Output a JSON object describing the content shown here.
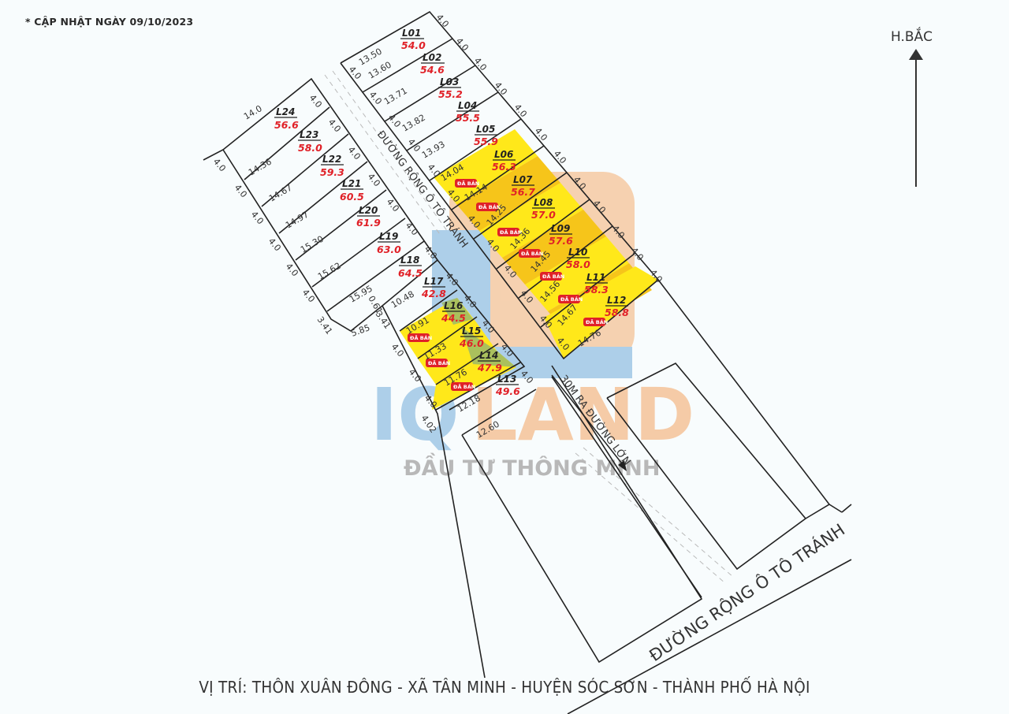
{
  "header": {
    "update_note": "* CẬP NHẬT NGÀY 09/10/2023"
  },
  "compass": {
    "label": "H.BẮC"
  },
  "footer": {
    "location": "VỊ TRÍ: THÔN XUÂN ĐÔNG - XÃ TÂN MINH - HUYỆN SÓC SƠN - THÀNH PHỐ HÀ NỘI"
  },
  "watermark": {
    "brand_iq": "IQ",
    "brand_land": "LAND",
    "slogan": "ĐẦU TƯ THÔNG MINH",
    "color_blue": "#a9cde8",
    "color_orange": "#f5c9a3",
    "color_gray": "#b5b5b5"
  },
  "roads": {
    "inner_road_label": "ĐƯỜNG RỘNG Ô TÔ TRÁNH",
    "main_road_label": "ĐƯỜNG RỘNG Ô TÔ TRÁNH",
    "direction_note": "30M RA ĐƯỜNG LỚN"
  },
  "legend": {
    "sold_badge": "ĐÃ BÁN",
    "sold_color": "#ffe81a",
    "sold_color_alt": "#f5c518",
    "green_color": "#9bb86a",
    "badge_color": "#e02128",
    "area_color": "#e02128"
  },
  "lots": [
    {
      "id": "L01",
      "area": "54.0",
      "depth": "13.50",
      "sold": false
    },
    {
      "id": "L02",
      "area": "54.6",
      "depth": "13.60",
      "sold": false
    },
    {
      "id": "L03",
      "area": "55.2",
      "depth": "13.71",
      "sold": false
    },
    {
      "id": "L04",
      "area": "55.5",
      "depth": "13.82",
      "sold": false
    },
    {
      "id": "L05",
      "area": "55.9",
      "depth": "13.93",
      "sold": false
    },
    {
      "id": "L06",
      "area": "56.3",
      "depth": "14.04",
      "sold": true
    },
    {
      "id": "L07",
      "area": "56.7",
      "depth": "14.14",
      "sold": true
    },
    {
      "id": "L08",
      "area": "57.0",
      "depth": "14.25",
      "sold": true
    },
    {
      "id": "L09",
      "area": "57.6",
      "depth": "14.36",
      "sold": true
    },
    {
      "id": "L10",
      "area": "58.0",
      "depth": "14.45",
      "sold": true
    },
    {
      "id": "L11",
      "area": "58.3",
      "depth": "14.56",
      "sold": true
    },
    {
      "id": "L12",
      "area": "58.8",
      "depth": "14.67",
      "sold": true
    },
    {
      "id": "L13",
      "area": "49.6",
      "depth": "12.18",
      "sold": false
    },
    {
      "id": "L14",
      "area": "47.9",
      "depth": "11.76",
      "sold": true
    },
    {
      "id": "L15",
      "area": "46.0",
      "depth": "11.33",
      "sold": true
    },
    {
      "id": "L16",
      "area": "44.5",
      "depth": "10.91",
      "sold": true
    },
    {
      "id": "L17",
      "area": "42.8",
      "depth": "10.48",
      "sold": false
    },
    {
      "id": "L18",
      "area": "64.5",
      "depth": "15.95",
      "sold": false
    },
    {
      "id": "L19",
      "area": "63.0",
      "depth": "15.62",
      "sold": false
    },
    {
      "id": "L20",
      "area": "61.9",
      "depth": "15.30",
      "sold": false
    },
    {
      "id": "L21",
      "area": "60.5",
      "depth": "14.97",
      "sold": false
    },
    {
      "id": "L22",
      "area": "59.3",
      "depth": "14.67",
      "sold": false
    },
    {
      "id": "L23",
      "area": "58.0",
      "depth": "14.36",
      "sold": false
    },
    {
      "id": "L24",
      "area": "56.6",
      "depth": "14.0",
      "sold": false
    }
  ],
  "dimensions": {
    "frontage": "4.0",
    "right_block_depths": [
      "13.50",
      "13.60",
      "13.71",
      "13.82",
      "13.93",
      "14.04",
      "14.14",
      "14.25",
      "14.36",
      "14.45",
      "14.56",
      "14.67",
      "14.76"
    ],
    "left_block_depths": [
      "14.0",
      "14.36",
      "14.67",
      "14.97",
      "15.30",
      "15.62",
      "15.95"
    ],
    "middle_block_depths": [
      "10.48",
      "10.91",
      "11.33",
      "11.76",
      "12.18",
      "12.60"
    ],
    "misc": {
      "d341a": "3.41",
      "d341b": "3.41",
      "d585": "5.85",
      "d061": "0.61",
      "d402": "4.02"
    }
  }
}
